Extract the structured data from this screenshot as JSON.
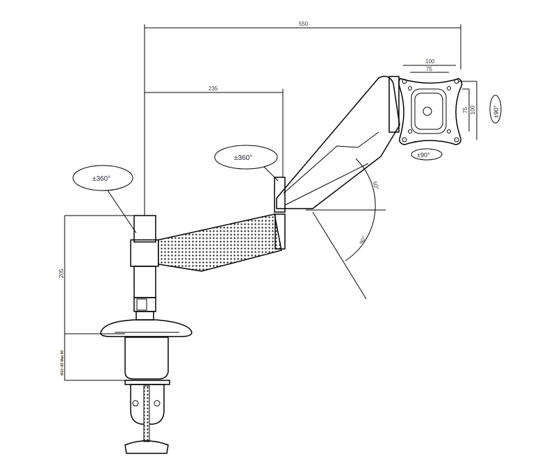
{
  "dimensions": {
    "total_reach": "550",
    "inner_reach": "235",
    "pole_height": "205",
    "clamp_range": "Φ10~60 Max 80",
    "vesa_outer_h": "100",
    "vesa_inner_h": "75",
    "vesa_inner_v": "75",
    "vesa_outer_v": "100"
  },
  "rotations": {
    "base_swivel": "±360°",
    "elbow_swivel": "±360°",
    "tilt_up": "50°",
    "tilt_down": "90°",
    "rotate": "±90°",
    "swivel_head": "±90°"
  }
}
